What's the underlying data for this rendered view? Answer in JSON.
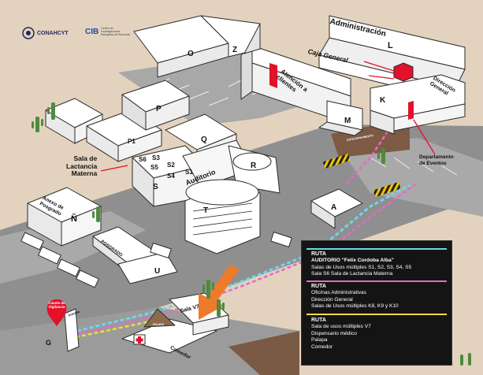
{
  "logos": {
    "conahcyt": "CONAHCYT",
    "cib_mark": "CIB",
    "cib_text": "Centro de Investigaciones Biológicas del Noroeste"
  },
  "buildings": {
    "administracion": "Administración",
    "l": "L",
    "caja_general": "Caja General",
    "atencion_clientes": "Atención a clientes",
    "direccion_general": "Dirección General",
    "o": "O",
    "z": "Z",
    "m": "M",
    "k": "K",
    "p": "P",
    "p1": "P1",
    "q": "Q",
    "r": "R",
    "s": "S",
    "t": "T",
    "a": "A",
    "u": "U",
    "n": "Ñ",
    "auditorio": "Auditorio",
    "anexo": "Anexo de Posgrado",
    "posgrado": "POSGRADO",
    "sala_v7": "Sala V7",
    "comedor": "Comedor",
    "palapa": "PALAPA",
    "estacionamiento": "ESTACIONAMIENTO",
    "caseta": "Caseta de Vigilancia",
    "entrada": "Entrada",
    "g": "G"
  },
  "rooms": [
    "S6",
    "S3",
    "S5",
    "S2",
    "S4",
    "S1"
  ],
  "labels": {
    "sala_lactancia": [
      "Sala de",
      "Lactancia",
      "Materna"
    ],
    "depto_eventos": [
      "Departamento",
      "de Eventos"
    ]
  },
  "legend": {
    "route1": {
      "title": "RUTA",
      "lines": [
        "AUDITORIO \"Felix Cordoba Alba\"",
        "Salas de Usos múltiples S1, S2, S3, S4, S5",
        "Sala S6  Sala de Lactancia Materna"
      ]
    },
    "route2": {
      "title": "RUTA",
      "lines": [
        "Oficinas Administrativas",
        "Dirección General",
        "Salas de Usos múltiples K8, K9 y K10"
      ]
    },
    "route3": {
      "title": "RUTA",
      "lines": [
        "Sala de usos múltiples V7",
        "Dispensario médico",
        "Palapa",
        "Comedor"
      ]
    }
  },
  "colors": {
    "ground": "#e3d2be",
    "road": "#8f8f8f",
    "parking": "#a7a7a7",
    "building": "#ffffff",
    "outline": "#2b2b2b",
    "route_cyan": "#6fd6ea",
    "route_magenta": "#e36bc8",
    "route_yellow": "#f3dc3a",
    "accent_red": "#e3112a",
    "arrow_orange": "#ee7a2c",
    "legend_bg": "#141414"
  }
}
